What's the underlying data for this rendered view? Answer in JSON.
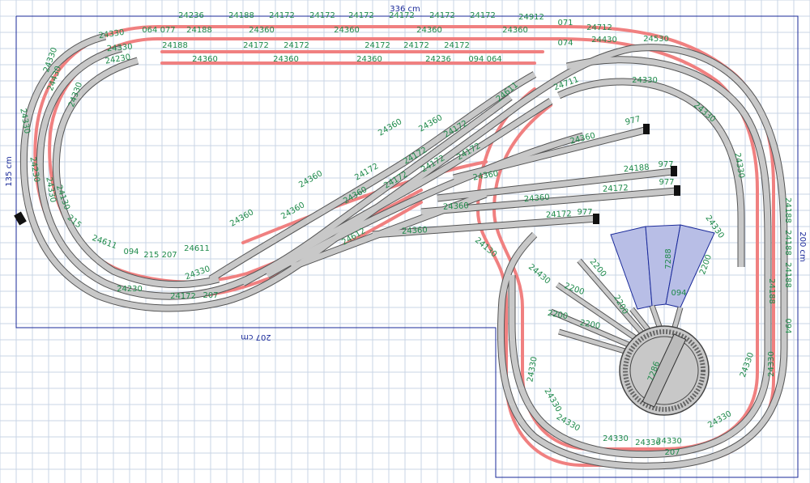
{
  "dimensions": {
    "top_width": "336 cm",
    "left_height": "135 cm",
    "right_height": "200 cm",
    "bottom_width": "207 cm"
  },
  "colors": {
    "grid": "#c9d4e6",
    "outline": "#1a2a9a",
    "track": "#c8c8c8",
    "track_edge": "#555555",
    "lower_track": "#f08080",
    "label": "#1e8a4a",
    "turntable_fill": "#c8c8c8",
    "roundhouse_fill": "#b8bee6"
  },
  "top_labels": [
    "24236",
    "24188",
    "24172",
    "24172",
    "24172",
    "24172",
    "24172",
    "24172",
    "24912"
  ],
  "row2_labels": [
    "24330",
    "064 077",
    "24188",
    "24360",
    "24360",
    "24360",
    "24360",
    "071",
    "24712"
  ],
  "row3_labels": [
    "24330",
    "24188",
    "24172",
    "24172",
    "24172",
    "24172",
    "24172",
    "074"
  ],
  "row4_labels": [
    "24230",
    "24360",
    "24360",
    "24360",
    "24236",
    "094 064"
  ],
  "left_labels": [
    "24330",
    "24430",
    "24330",
    "24330",
    "24230",
    "24330",
    "24130",
    "215"
  ],
  "left_lower_labels": [
    "24611",
    "094",
    "215 207",
    "24611",
    "24330",
    "24230",
    "24172",
    "207"
  ],
  "diagonal_labels": [
    "24360",
    "24360",
    "24360",
    "24360",
    "24360",
    "24360",
    "24172",
    "24172",
    "24172",
    "24172",
    "24172",
    "24172",
    "24612",
    "24611",
    "24711"
  ],
  "siding_labels": [
    "24360",
    "24188",
    "24360",
    "24360",
    "24172",
    "24360",
    "24360",
    "24172",
    "977",
    "977",
    "977",
    "977"
  ],
  "loop_labels": [
    "24330",
    "24330",
    "24330",
    "24430",
    "24430",
    "24130",
    "24188",
    "24188",
    "24188",
    "24188",
    "094",
    "24330",
    "24330",
    "24330",
    "24330",
    "24330",
    "24330",
    "24330",
    "24330",
    "24330",
    "24330",
    "207",
    "24530"
  ],
  "turntable_labels": [
    "7288",
    "2200",
    "2200",
    "2200",
    "2200",
    "2200",
    "2200",
    "094",
    "7286"
  ]
}
